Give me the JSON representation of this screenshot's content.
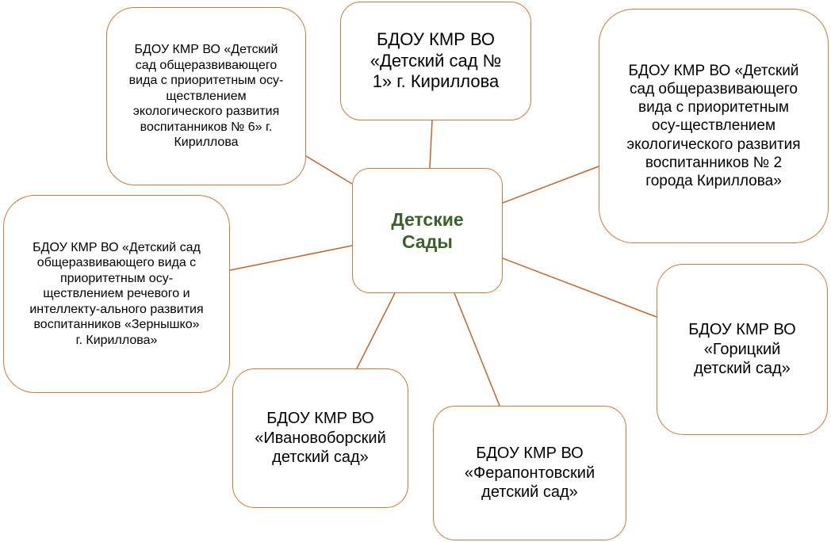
{
  "diagram": {
    "center": {
      "label": "Детские\nСады"
    },
    "nodes": {
      "n1": {
        "label": "БДОУ КМР ВО\n«Детский сад №\n1» г. Кириллова"
      },
      "n6": {
        "label": "БДОУ КМР ВО «Детский\nсад общеразвивающего\nвида с приоритетным осу-\nществлением\nэкологического развития\nвоспитанников № 6» г.\nКириллова"
      },
      "n2": {
        "label": "БДОУ КМР ВО «Детский\nсад общеразвивающего\nвида с приоритетным\nосу-ществлением\nэкологического развития\nвоспитанников № 2\nгорода Кириллова»"
      },
      "zern": {
        "label": "БДОУ КМР ВО «Детский сад\nобщеразвивающего вида с\nприоритетным осу-\nществлением речевого и\nинтеллекту-ального развития\nвоспитанников «Зернышко»\nг. Кириллова»"
      },
      "gor": {
        "label": "БДОУ КМР ВО\n«Горицкий\nдетский сад»"
      },
      "ivan": {
        "label": "БДОУ КМР ВО\n«Ивановоборский\nдетский сад»"
      },
      "fer": {
        "label": "БДОУ КМР ВО\n«Ферапонтовский\nдетский сад»"
      }
    },
    "colors": {
      "border": "#c97a3a",
      "connector": "#c0652b",
      "center_text": "#3d5f2a"
    }
  }
}
